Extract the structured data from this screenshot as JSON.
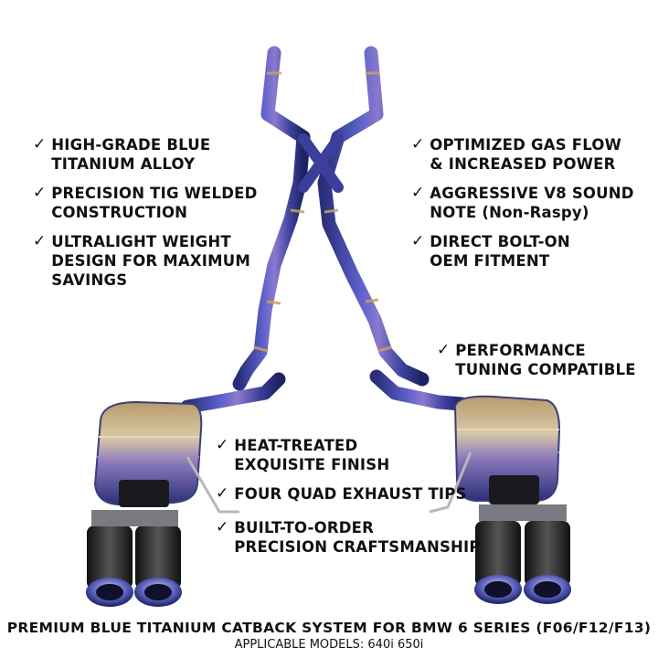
{
  "features": {
    "f1": {
      "icon": "checkmark-icon",
      "text_l1": "HIGH-GRADE BLUE",
      "text_l2": "TITANIUM ALLOY"
    },
    "f2": {
      "icon": "checkmark-icon",
      "text_l1": "PRECISION TIG WELDED",
      "text_l2": "CONSTRUCTION"
    },
    "f3": {
      "icon": "checkmark-icon",
      "text_l1": "ULTRALIGHT WEIGHT",
      "text_l2": "DESIGN FOR MAXIMUM",
      "text_l3": "SAVINGS"
    },
    "f4": {
      "icon": "checkmark-icon",
      "text_l1": "OPTIMIZED GAS FLOW",
      "text_l2": "& INCREASED POWER"
    },
    "f5": {
      "icon": "checkmark-icon",
      "text_l1": "AGGRESSIVE V8 SOUND",
      "text_l2": "NOTE (Non-Raspy)"
    },
    "f6": {
      "icon": "checkmark-icon",
      "text_l1": "DIRECT BOLT-ON",
      "text_l2": "OEM FITMENT"
    },
    "f7": {
      "icon": "checkmark-icon",
      "text_l1": "PERFORMANCE",
      "text_l2": "TUNING COMPATIBLE"
    },
    "f8": {
      "icon": "checkmark-icon",
      "text_l1": "HEAT-TREATED",
      "text_l2": "EXQUISITE FINISH"
    },
    "f9": {
      "icon": "checkmark-icon",
      "text_l1": "FOUR QUAD EXHAUST TIPS"
    },
    "f10": {
      "icon": "checkmark-icon",
      "text_l1": "BUILT-TO-ORDER",
      "text_l2": "PRECISION CRAFTSMANSHIP"
    }
  },
  "check_glyph": "✓",
  "footer": {
    "title": "PREMIUM BLUE TITANIUM CATBACK SYSTEM FOR BMW 6 SERIES (F06/F12/F13)",
    "models": "APPLICABLE MODELS: 640i 650i"
  },
  "colors": {
    "titanium_blue": "#3a3f9e",
    "titanium_purple": "#6b4aa8",
    "titanium_gold": "#c9a35a",
    "steel_silver": "#b8b8bc",
    "carbon_black": "#1a1a1e"
  }
}
